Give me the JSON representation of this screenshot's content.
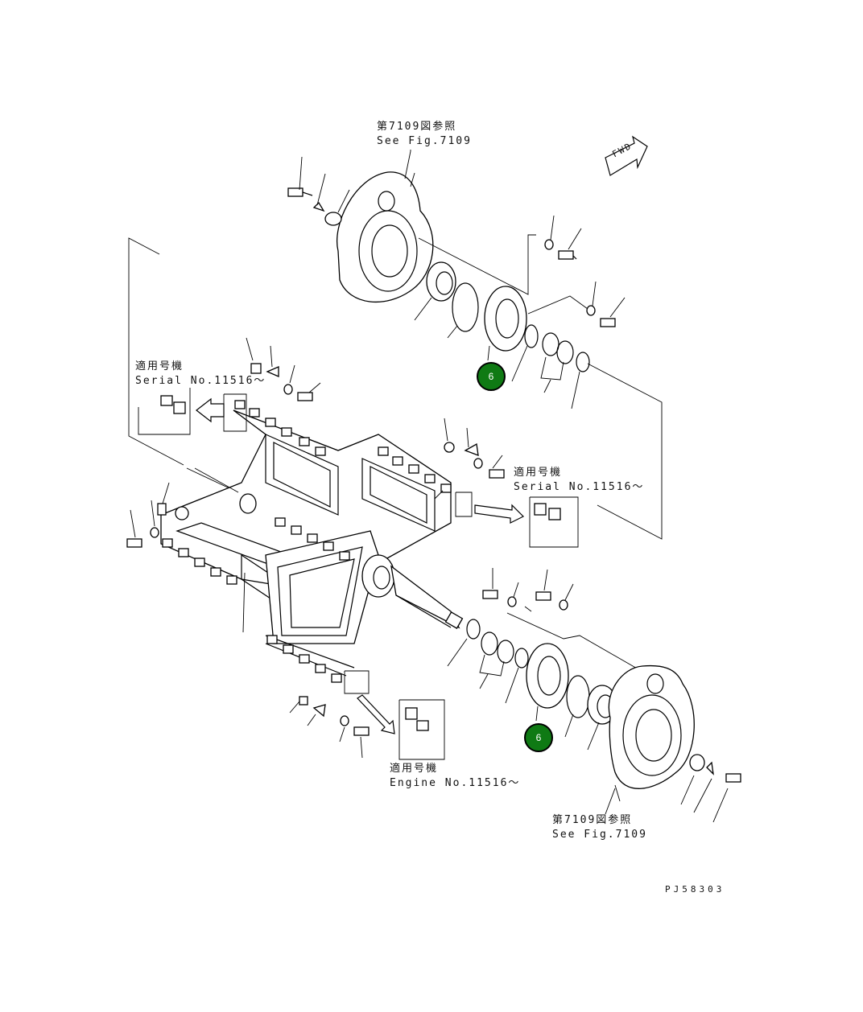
{
  "labels": {
    "ref_top_jp": "第7109図参照",
    "ref_top_en": "See Fig.7109",
    "ref_bottom_jp": "第7109図参照",
    "ref_bottom_en": "See Fig.7109",
    "fwd": "FWD",
    "serial_left_jp": "適用号機",
    "serial_left_en": "Serial No.11516～",
    "serial_right_jp": "適用号機",
    "serial_right_en": "Serial No.11516～",
    "engine_jp": "適用号機",
    "engine_en": "Engine No.11516～",
    "drawing_id": "PJ58303"
  },
  "callouts": [
    {
      "number": "6"
    },
    {
      "number": "6"
    }
  ],
  "colors": {
    "callout_fill": "#0f7a14",
    "line": "#000000",
    "background": "#ffffff"
  }
}
